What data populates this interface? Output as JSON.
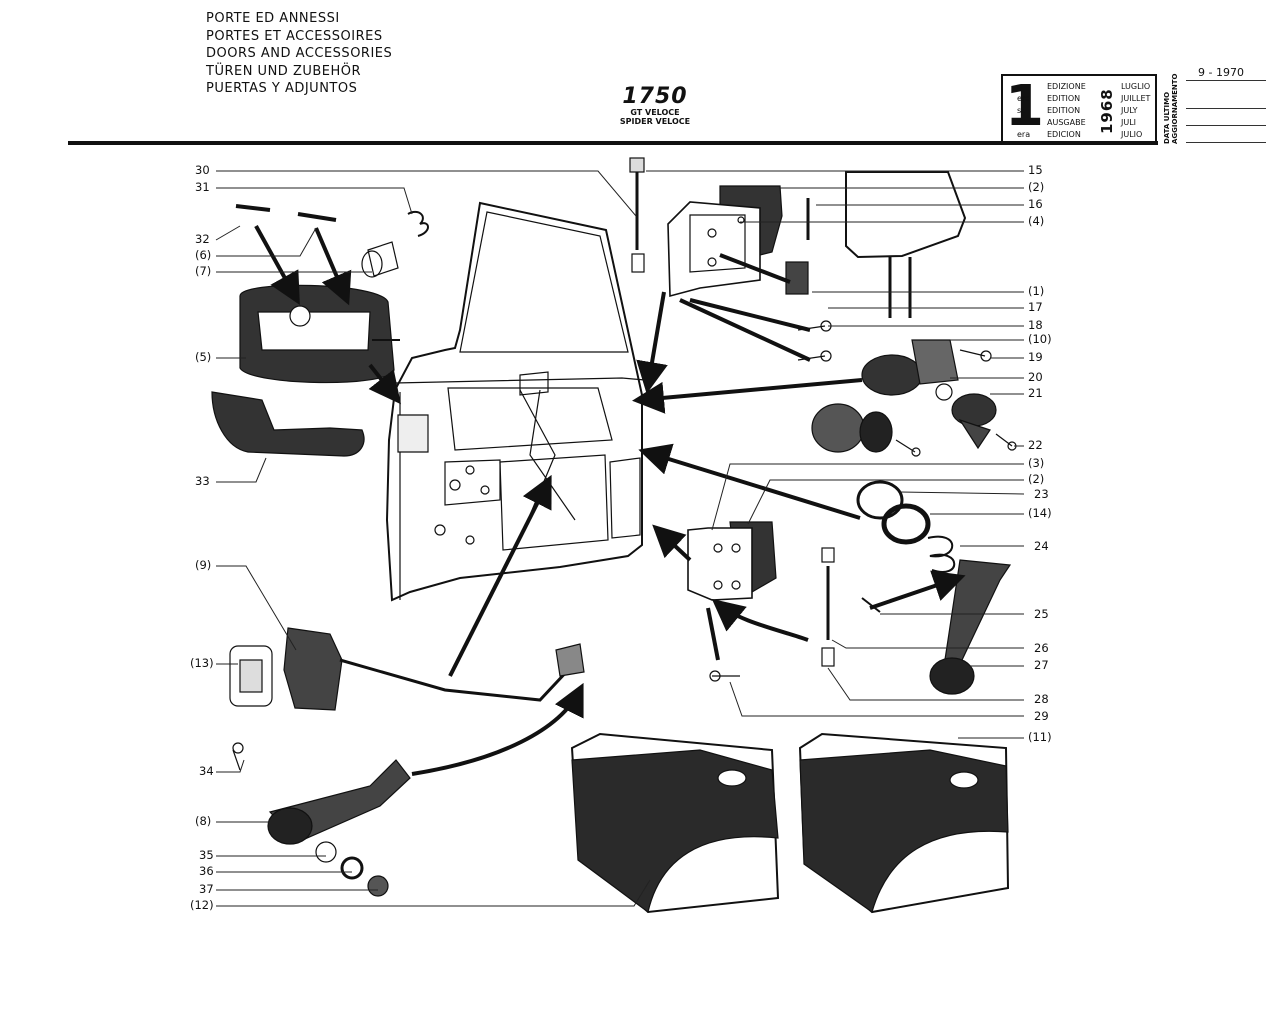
{
  "header": {
    "titles": [
      "PORTE ED ANNESSI",
      "PORTES ET ACCESSOIRES",
      "DOORS AND ACCESSORIES",
      "TÜREN UND ZUBEHÖR",
      "PUERTAS Y ADJUNTOS"
    ],
    "model": "1750",
    "variants": [
      "GT VELOCE",
      "SPIDER VELOCE"
    ]
  },
  "edition_box": {
    "number": "1",
    "suffixes": [
      "a",
      "ere",
      "st",
      ".",
      "era"
    ],
    "words": [
      "EDIZIONE",
      "EDITION",
      "EDITION",
      "AUSGABE",
      "EDICION"
    ],
    "months": [
      "LUGLIO",
      "JUILLET",
      "JULY",
      "JULI",
      "JULIO"
    ],
    "year": "1968"
  },
  "last_update": {
    "label_lines": [
      "DATA ULTIMO",
      "AGGIORNAMENTO"
    ],
    "date": "9 - 1970"
  },
  "part_labels": {
    "left": [
      "30",
      "31",
      "32",
      "(6)",
      "(7)",
      "(5)",
      "33",
      "(9)",
      "(13)",
      "34",
      "(8)",
      "35",
      "36",
      "37",
      "(12)"
    ],
    "right": [
      "15",
      "(2)",
      "16",
      "(4)",
      "(1)",
      "17",
      "18",
      "(10)",
      "19",
      "20",
      "21",
      "22",
      "(3)",
      "(2)",
      "23",
      "(14)",
      "24",
      "25",
      "26",
      "27",
      "28",
      "29",
      "(11)"
    ]
  }
}
